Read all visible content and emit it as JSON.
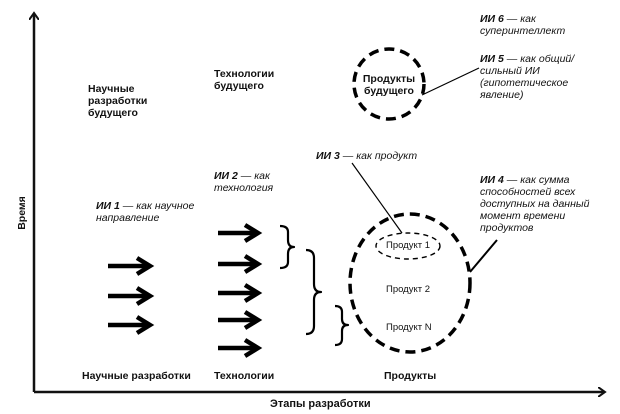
{
  "axes": {
    "y_label": "Время",
    "x_label": "Этапы разработки"
  },
  "columns": {
    "research": "Научные разработки",
    "technologies": "Технологии",
    "products": "Продукты"
  },
  "future": {
    "research": "Научные разработки будущего",
    "technologies": "Технологии будущего",
    "products": "Продукты будущего"
  },
  "products": {
    "p1": "Продукт 1",
    "p2": "Продукт 2",
    "pn": "Продукт N"
  },
  "annotations": {
    "ai1": {
      "tag": "ИИ 1",
      "text": " — как научное направление"
    },
    "ai2": {
      "tag": "ИИ 2",
      "text": " — как технология"
    },
    "ai3": {
      "tag": "ИИ 3",
      "text": " — как продукт"
    },
    "ai4": {
      "tag": "ИИ 4",
      "text": " — как сумма способностей всех доступных на данный момент времени продуктов"
    },
    "ai5": {
      "tag": "ИИ 5",
      "text": " — как общий/сильный ИИ (гипотетическое явление)"
    },
    "ai6": {
      "tag": "ИИ 6",
      "text": " — как суперинтеллект"
    }
  }
}
